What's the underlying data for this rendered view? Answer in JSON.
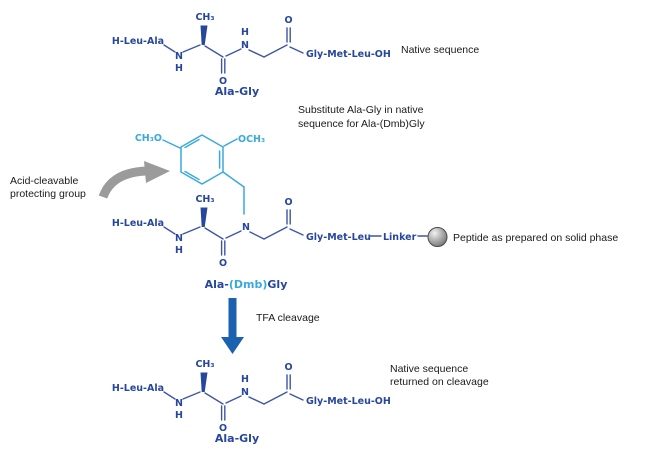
{
  "colors": {
    "backbone_blue": "#27479E",
    "dmb_light_blue": "#3AA9DC",
    "annotation_black": "#1a1a1a",
    "gray_arrow": "#9B9B9B",
    "tfa_arrow_blue": "#1C61B0",
    "bead_gray": "#8a8a8a"
  },
  "chem": {
    "h_leu_ala": "H-Leu-Ala",
    "ch3": "CH₃",
    "n": "N",
    "h": "H",
    "o": "O",
    "gly_met_leu_oh": "Gly-Met-Leu-OH",
    "gly_met_leu": "Gly-Met-Leu",
    "linker": "Linker",
    "ch3o": "CH₃O",
    "och3": "OCH₃",
    "ala_gly": "Ala-Gly",
    "ala_prefix": "Ala-",
    "dmb": "(Dmb)",
    "gly_suffix": "Gly"
  },
  "annotations": {
    "native_sequence": "Native sequence",
    "substitute_line1": "Substitute Ala-Gly in native",
    "substitute_line2": "sequence for Ala-(Dmb)Gly",
    "acid_line1": "Acid-cleavable",
    "acid_line2": "protecting group",
    "solid_phase": "Peptide as prepared on solid phase",
    "tfa_cleavage": "TFA cleavage",
    "returned_line1": "Native sequence",
    "returned_line2": "returned on cleavage"
  }
}
